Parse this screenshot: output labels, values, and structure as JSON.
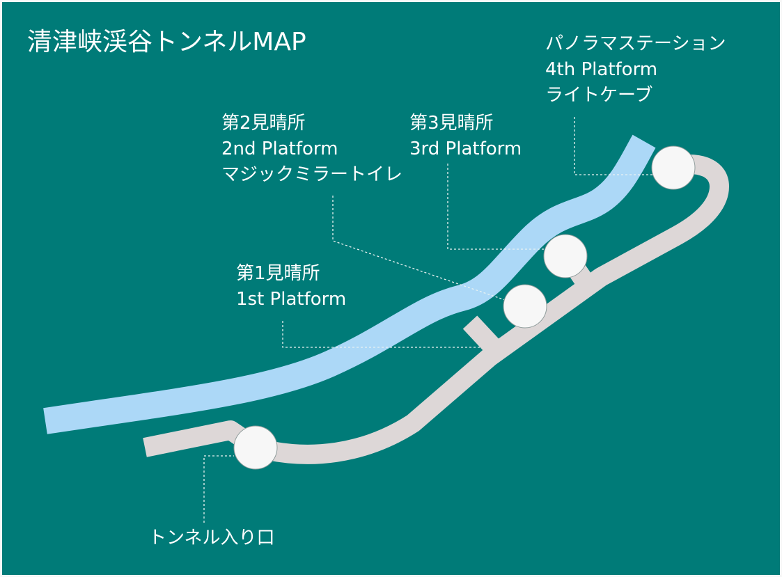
{
  "title": "清津峡渓谷トンネルMAP",
  "colors": {
    "background": "#007b78",
    "river": "#acd8f7",
    "tunnel": "#ddd7d7",
    "station": "#f7f7f7",
    "text": "#ffffff",
    "leader": "#e8f2f1"
  },
  "labels": {
    "panorama": {
      "name": "パノラマステーション",
      "platform": "4th Platform",
      "feature": "ライトケーブ"
    },
    "viewpoint2": {
      "name": "第2見晴所",
      "platform": "2nd Platform",
      "feature": "マジックミラートイレ"
    },
    "viewpoint3": {
      "name": "第3見晴所",
      "platform": "3rd Platform"
    },
    "viewpoint1": {
      "name": "第1見晴所",
      "platform": "1st Platform"
    },
    "entrance": {
      "name": "トンネル入り口"
    }
  }
}
